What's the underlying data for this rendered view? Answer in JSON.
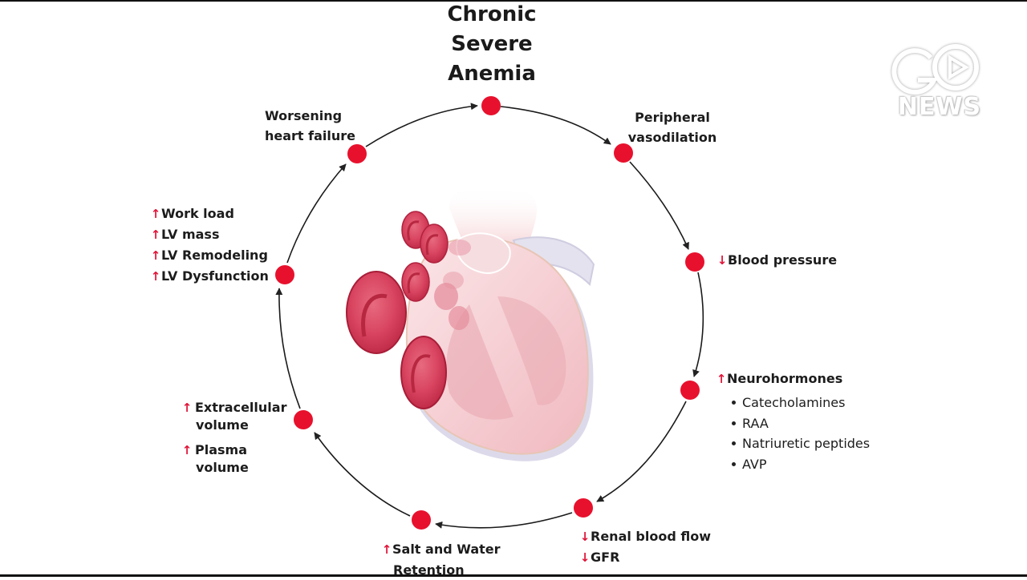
{
  "title": {
    "lines": [
      "Chronic",
      "Severe",
      "Anemia"
    ]
  },
  "nodes": [
    {
      "id": "anemia",
      "label_lines": []
    },
    {
      "id": "peripheral-vasodilation",
      "label_lines": [
        "Peripheral",
        "vasodilation"
      ]
    },
    {
      "id": "blood-pressure",
      "items": [
        {
          "direction": "down",
          "text": "Blood pressure"
        }
      ]
    },
    {
      "id": "neurohormones",
      "items": [
        {
          "direction": "up",
          "text": "Neurohormones"
        }
      ],
      "bullets": [
        "Catecholamines",
        "RAA",
        "Natriuretic peptides",
        "AVP"
      ]
    },
    {
      "id": "renal",
      "items": [
        {
          "direction": "down",
          "text": "Renal blood flow"
        },
        {
          "direction": "down",
          "text": "GFR"
        }
      ]
    },
    {
      "id": "salt-water",
      "items": [
        {
          "direction": "up",
          "text": "Salt and Water"
        }
      ],
      "continuation": "Retention"
    },
    {
      "id": "volume",
      "items": [
        {
          "direction": "up",
          "text": "Extracellular"
        },
        {
          "direction": "up",
          "text": "Plasma"
        }
      ],
      "continuations": [
        "volume",
        "volume"
      ]
    },
    {
      "id": "lv",
      "items": [
        {
          "direction": "up",
          "text": "Work load"
        },
        {
          "direction": "up",
          "text": "LV mass"
        },
        {
          "direction": "up",
          "text": "LV Remodeling"
        },
        {
          "direction": "up",
          "text": "LV Dysfunction"
        }
      ]
    },
    {
      "id": "worsening-hf",
      "label_lines": [
        "Worsening",
        "heart failure"
      ]
    }
  ],
  "arrows": {
    "up": "↑",
    "down": "↓"
  },
  "illustration": {
    "subject": "heart-with-red-blood-cells"
  },
  "watermark": {
    "logo_text": "GO",
    "sub_text": "NEWS"
  },
  "colors": {
    "node": "#e8112d",
    "arrow_glyph": "#e0163a",
    "cycle_line": "#1a1a1a",
    "rbc": "#d9415a",
    "heart": "#f2c4c8"
  }
}
